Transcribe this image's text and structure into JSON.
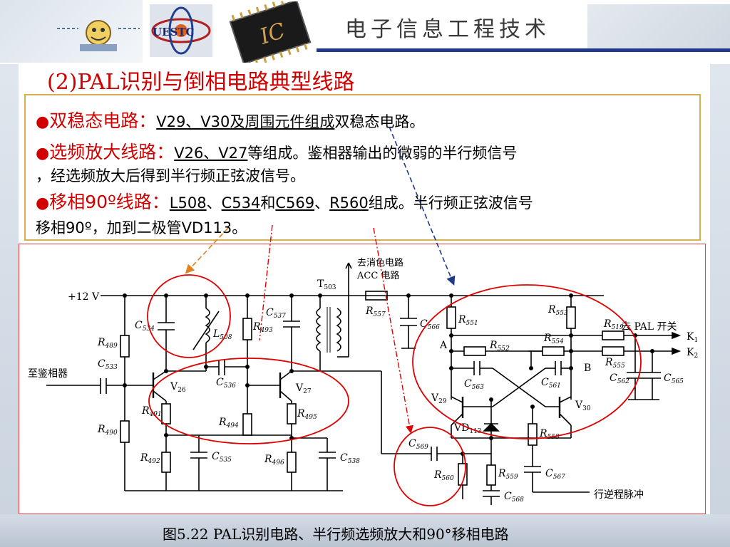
{
  "header": {
    "title": "电子信息工程技术",
    "logo_text": "UESTC",
    "chip_text": "IC"
  },
  "slide": {
    "title": "(2)PAL识别与倒相电路典型线路",
    "bullets": [
      {
        "marker": "●",
        "label": "双稳态电路：",
        "parts": [
          "V29、V30及周围元件组成",
          "双稳态电路。"
        ]
      },
      {
        "marker": "●",
        "label": "选频放大线路：",
        "parts": [
          "V26、V27",
          "等组成。鉴相器输出的微弱的半行频信号"
        ],
        "cont": "，经选频放大后得到半行频正弦波信号。"
      },
      {
        "marker": "●",
        "label": "移相90º线路：",
        "parts": [
          "L508",
          "、",
          "C534",
          "和",
          "C569",
          "、",
          "R560",
          "组成。半行频正弦波信号"
        ],
        "cont": "移相90º，加到二极管VD113。"
      }
    ]
  },
  "circuit": {
    "supply": "+12 V",
    "input_label": "至鉴相器",
    "out_top_1": "去消色电路",
    "out_top_2": "ACC 电路",
    "out_right": "去 PAL 开关",
    "out_bottom": "行逆程脉冲",
    "node_a": "A",
    "node_b": "B",
    "k1": "K",
    "k1_sub": "1",
    "k2": "K",
    "k2_sub": "2",
    "components": [
      {
        "id": "R489",
        "l": "R",
        "s": "489"
      },
      {
        "id": "C533",
        "l": "C",
        "s": "533"
      },
      {
        "id": "C534",
        "l": "C",
        "s": "534"
      },
      {
        "id": "L508",
        "l": "L",
        "s": "508"
      },
      {
        "id": "V26",
        "l": "V",
        "s": "26"
      },
      {
        "id": "R491",
        "l": "R",
        "s": "491"
      },
      {
        "id": "R490",
        "l": "R",
        "s": "490"
      },
      {
        "id": "R492",
        "l": "R",
        "s": "492"
      },
      {
        "id": "C535",
        "l": "C",
        "s": "535"
      },
      {
        "id": "C536",
        "l": "C",
        "s": "536"
      },
      {
        "id": "R493",
        "l": "R",
        "s": "493"
      },
      {
        "id": "C537",
        "l": "C",
        "s": "537"
      },
      {
        "id": "V27",
        "l": "V",
        "s": "27"
      },
      {
        "id": "R494",
        "l": "R",
        "s": "494"
      },
      {
        "id": "R495",
        "l": "R",
        "s": "495"
      },
      {
        "id": "R496",
        "l": "R",
        "s": "496"
      },
      {
        "id": "C538",
        "l": "C",
        "s": "538"
      },
      {
        "id": "T503",
        "l": "T",
        "s": "503"
      },
      {
        "id": "R557",
        "l": "R",
        "s": "557"
      },
      {
        "id": "C566",
        "l": "C",
        "s": "566"
      },
      {
        "id": "C569",
        "l": "C",
        "s": "569"
      },
      {
        "id": "R560",
        "l": "R",
        "s": "560"
      },
      {
        "id": "R559",
        "l": "R",
        "s": "559"
      },
      {
        "id": "C568",
        "l": "C",
        "s": "568"
      },
      {
        "id": "R551",
        "l": "R",
        "s": "551"
      },
      {
        "id": "R552",
        "l": "R",
        "s": "552"
      },
      {
        "id": "C563",
        "l": "C",
        "s": "563"
      },
      {
        "id": "V29",
        "l": "V",
        "s": "29"
      },
      {
        "id": "VD113",
        "l": "VD",
        "s": "113"
      },
      {
        "id": "R558",
        "l": "R",
        "s": "558"
      },
      {
        "id": "C567",
        "l": "C",
        "s": "567"
      },
      {
        "id": "R553",
        "l": "R",
        "s": "553"
      },
      {
        "id": "R554",
        "l": "R",
        "s": "554"
      },
      {
        "id": "C561",
        "l": "C",
        "s": "561"
      },
      {
        "id": "V30",
        "l": "V",
        "s": "30"
      },
      {
        "id": "R519",
        "l": "R",
        "s": "519"
      },
      {
        "id": "R555",
        "l": "R",
        "s": "555"
      },
      {
        "id": "C562",
        "l": "C",
        "s": "562"
      },
      {
        "id": "C565",
        "l": "C",
        "s": "565"
      }
    ]
  },
  "caption": "图5.22  PAL识别电路、半行频选频放大和90°移相电路",
  "colors": {
    "title_red": "#d10000",
    "header_blue": "#1f3a8a",
    "box_border": "#d8b050",
    "highlight_circle": "#e00000",
    "arrow_orange": "#e08020",
    "arrow_blue": "#1f3a8a"
  }
}
